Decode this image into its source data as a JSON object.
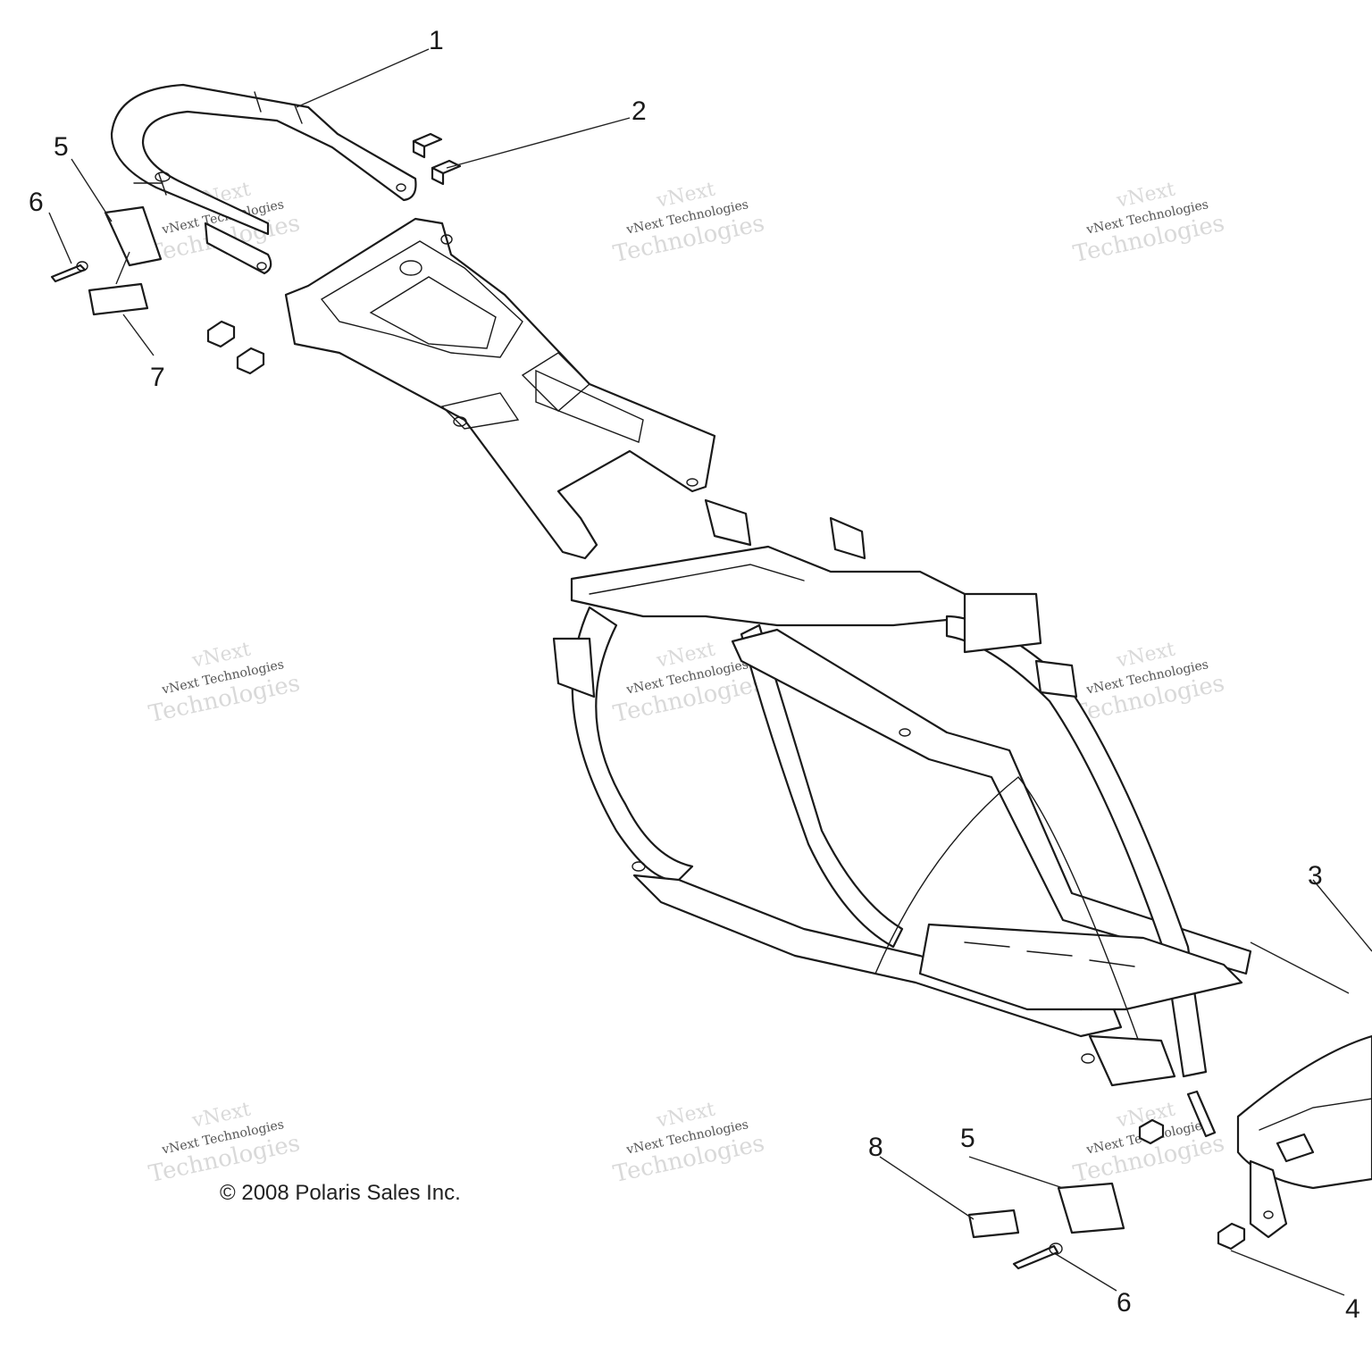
{
  "callouts": {
    "c1": "1",
    "c2": "2",
    "c3": "3",
    "c4": "4",
    "c5a": "5",
    "c5b": "5",
    "c6a": "6",
    "c6b": "6",
    "c7": "7",
    "c8": "8"
  },
  "watermark": {
    "line1": "vNext",
    "line2": "vNext Technologies",
    "line3": "Technologies"
  },
  "copyright": "© 2008 Polaris Sales Inc."
}
